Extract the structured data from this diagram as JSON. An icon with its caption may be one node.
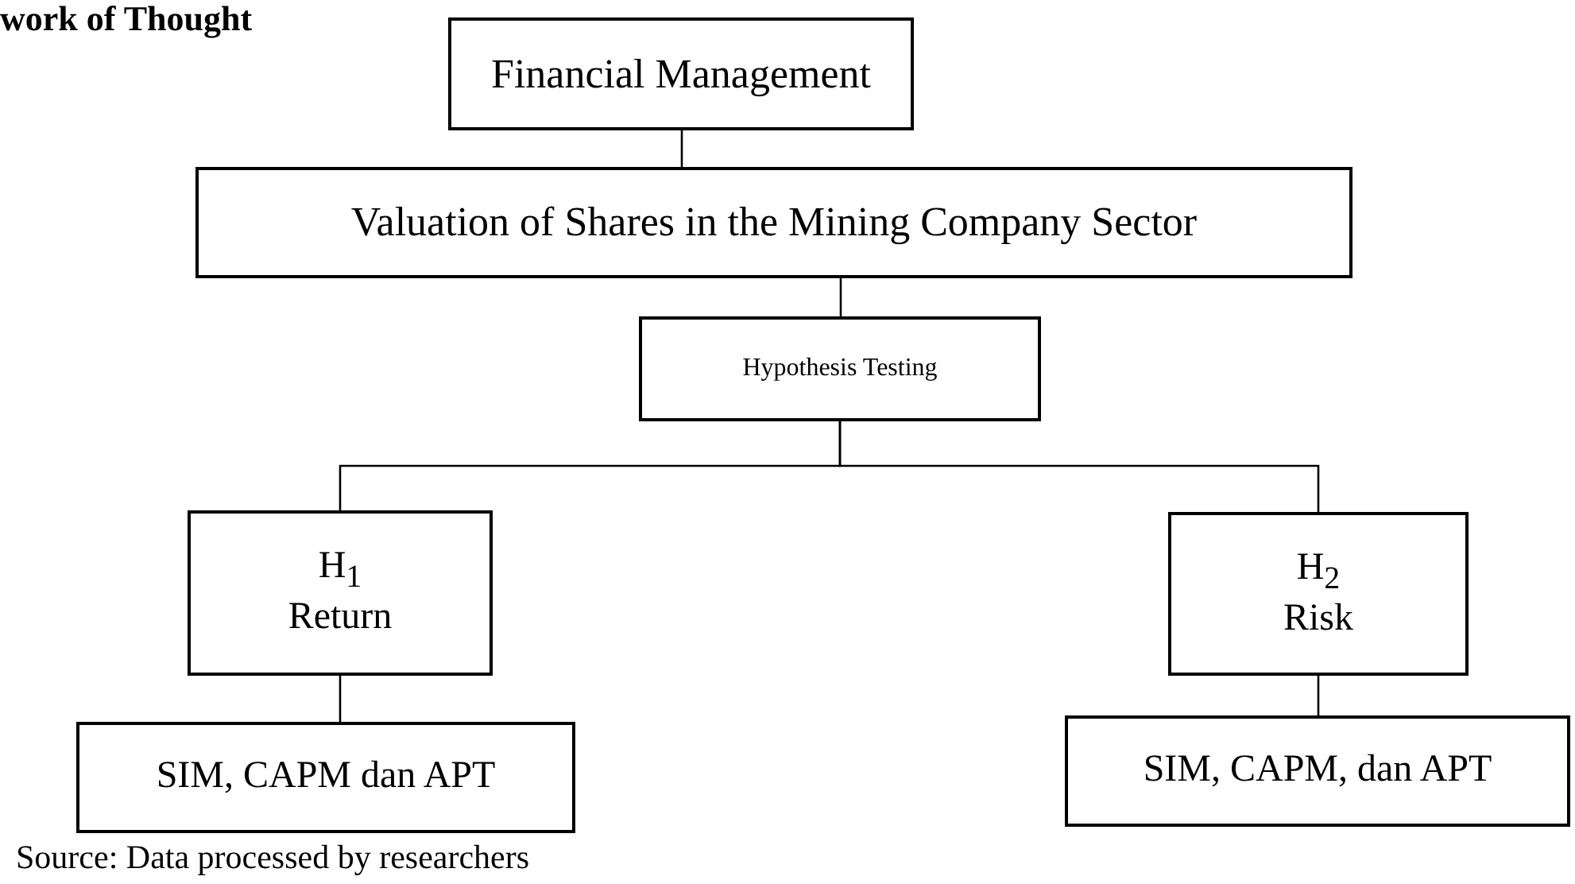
{
  "diagram": {
    "title": "work of Thought",
    "nodes": [
      {
        "text": [
          "Financial Management"
        ]
      },
      {
        "text": [
          "Valuation of Shares in the Mining Company Sector"
        ]
      },
      {
        "text": [
          "Hypothesis Testing"
        ]
      },
      {
        "text": [
          "H$_{1}$",
          "Return"
        ]
      },
      {
        "text": [
          "H$_{2}$",
          "Risk"
        ]
      },
      {
        "text": [
          "SIM, CAPM dan APT"
        ]
      },
      {
        "text": [
          "SIM, CAPM, dan APT"
        ]
      }
    ],
    "edges": [
      {
        "from": 0,
        "to": 1,
        "arrow": "none"
      },
      {
        "from": 1,
        "to": 2,
        "arrow": "none"
      },
      {
        "from": 2,
        "to": 3,
        "arrow": "none"
      },
      {
        "from": 2,
        "to": 4,
        "arrow": "none"
      },
      {
        "from": 3,
        "to": 5,
        "arrow": "none"
      },
      {
        "from": 4,
        "to": 6,
        "arrow": "none"
      }
    ],
    "labels": [
      "Source: Data processed by researchers"
    ]
  }
}
